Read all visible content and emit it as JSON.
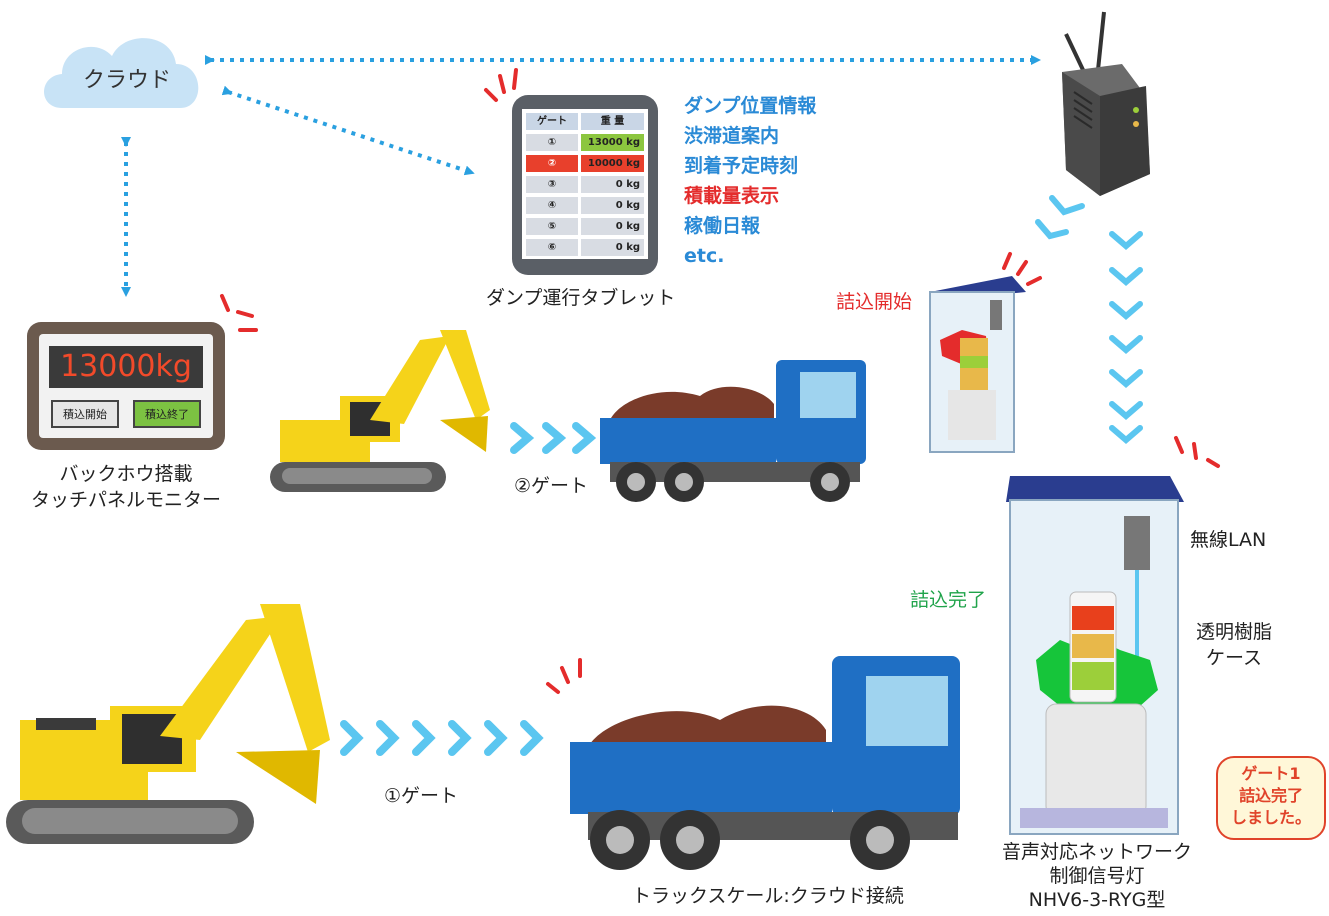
{
  "cloud": {
    "label": "クラウド"
  },
  "tablet": {
    "caption": "ダンプ運行タブレット",
    "header": {
      "gate": "ゲート",
      "weight": "重 量"
    },
    "rows": [
      {
        "gate": "①",
        "weight": "13000 kg",
        "color": "#8cc63f"
      },
      {
        "gate": "②",
        "weight": "10000 kg",
        "color": "#e8402c"
      },
      {
        "gate": "③",
        "weight": "0 kg",
        "color": "#d8dce3"
      },
      {
        "gate": "④",
        "weight": "0 kg",
        "color": "#d8dce3"
      },
      {
        "gate": "⑤",
        "weight": "0 kg",
        "color": "#d8dce3"
      },
      {
        "gate": "⑥",
        "weight": "0 kg",
        "color": "#d8dce3"
      }
    ]
  },
  "features": [
    {
      "text": "ダンプ位置情報",
      "color": "#2a8ad6"
    },
    {
      "text": "渋滞道案内",
      "color": "#2a8ad6"
    },
    {
      "text": "到着予定時刻",
      "color": "#2a8ad6"
    },
    {
      "text": "積載量表示",
      "color": "#e42c2c"
    },
    {
      "text": "稼働日報",
      "color": "#2a8ad6"
    },
    {
      "text": "etc.",
      "color": "#2a8ad6"
    }
  ],
  "monitor": {
    "display": "13000kg",
    "start_button": "積込開始",
    "end_button": "積込終了",
    "caption_line1": "バックホウ搭載",
    "caption_line2": "タッチパネルモニター"
  },
  "gates": {
    "gate2": "②ゲート",
    "gate1": "①ゲート"
  },
  "truck_scale": {
    "caption": "トラックスケール:クラウド接続"
  },
  "signal": {
    "start_label": "詰込開始",
    "complete_label": "詰込完了",
    "wireless": "無線LAN",
    "case_line1": "透明樹脂",
    "case_line2": "ケース",
    "caption_line1": "音声対応ネットワーク",
    "caption_line2": "制御信号灯",
    "caption_line3": "NHV6-3-RYG型"
  },
  "bubble": {
    "line1": "ゲート1",
    "line2": "詰込完了",
    "line3": "しました。"
  },
  "colors": {
    "arrow_blue": "#2aa0e0",
    "chevron": "#5bc6f0",
    "red_accent": "#e42c2c",
    "truck_blue": "#1f6fc4",
    "excavator_yellow": "#f5d31a"
  }
}
